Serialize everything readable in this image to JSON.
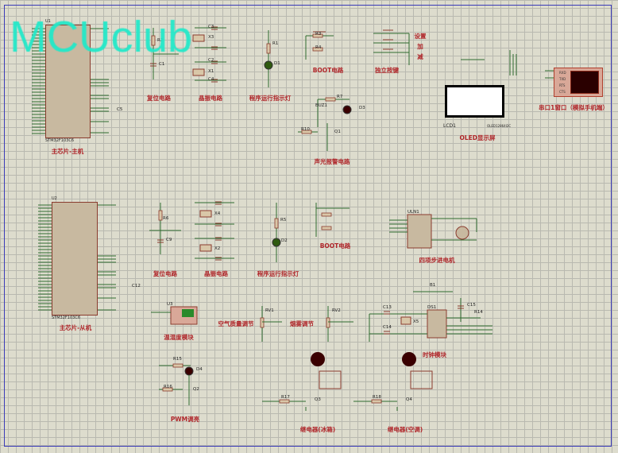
{
  "watermark": "MCUclub",
  "colors": {
    "grid_bg": "#dddccd",
    "wire": "#2f6b2f",
    "component": "#8a3b2e",
    "label": "#b0262a",
    "watermark": "#22e8c8"
  },
  "chips": {
    "u1": {
      "ref": "U1",
      "part": "STM32F103C6",
      "title": "主芯片-主机"
    },
    "u2": {
      "ref": "U2",
      "part": "STM32F103C6",
      "title": "主芯片-从机"
    }
  },
  "blocks": {
    "reset1": "复位电路",
    "crystal1": "晶振电路",
    "led1": "程序运行指示灯",
    "boot1": "BOOT电路",
    "keys": "独立按键",
    "key_set": "设置",
    "key_add": "加",
    "key_sub": "减",
    "alarm": "声光报警电路",
    "oled": "OLED显示屏",
    "oled_ref": "LCD1",
    "oled_part": "OLED12864I2C",
    "uart": "串口1窗口（模拟手机端）",
    "reset2": "复位电路",
    "crystal2": "晶振电路",
    "led2": "程序运行指示灯",
    "boot2": "BOOT电路",
    "stepper": "四项步进电机",
    "dht": "温湿度模块",
    "air": "空气质量调节",
    "smoke": "烟雾调节",
    "clock": "时钟模块",
    "pwm": "PWM调亮",
    "relay1": "继电器(冰箱)",
    "relay2": "继电器(空调)"
  },
  "uart_pins": [
    "RXD",
    "TXD",
    "RTS",
    "CTS"
  ],
  "refs": {
    "R1": "R1",
    "D1": "D1",
    "C1": "C1",
    "R2": "R2",
    "X3": "X3",
    "X1": "X1",
    "C2": "C2",
    "C3": "C3",
    "C4": "C4",
    "C5": "C5",
    "R3": "R3",
    "R4": "R4",
    "R7": "R7",
    "D3": "D3",
    "BUZ1": "BUZ1",
    "Q1": "Q1",
    "R10": "R10",
    "R5": "R5",
    "D2": "D2",
    "C9": "C9",
    "R6": "R6",
    "X4": "X4",
    "X2": "X2",
    "C12": "C12",
    "ULN1": "ULN1",
    "U3": "U3",
    "RV1": "RV1",
    "RV2": "RV2",
    "B1": "B1",
    "DS1": "DS1",
    "C13": "C13",
    "C14": "C14",
    "C15": "C15",
    "X5": "X5",
    "R14": "R14",
    "R15": "R15",
    "D4": "D4",
    "Q2": "Q2",
    "R16": "R16",
    "R17": "R17",
    "Q3": "Q3",
    "R18": "R18",
    "Q4": "Q4"
  }
}
